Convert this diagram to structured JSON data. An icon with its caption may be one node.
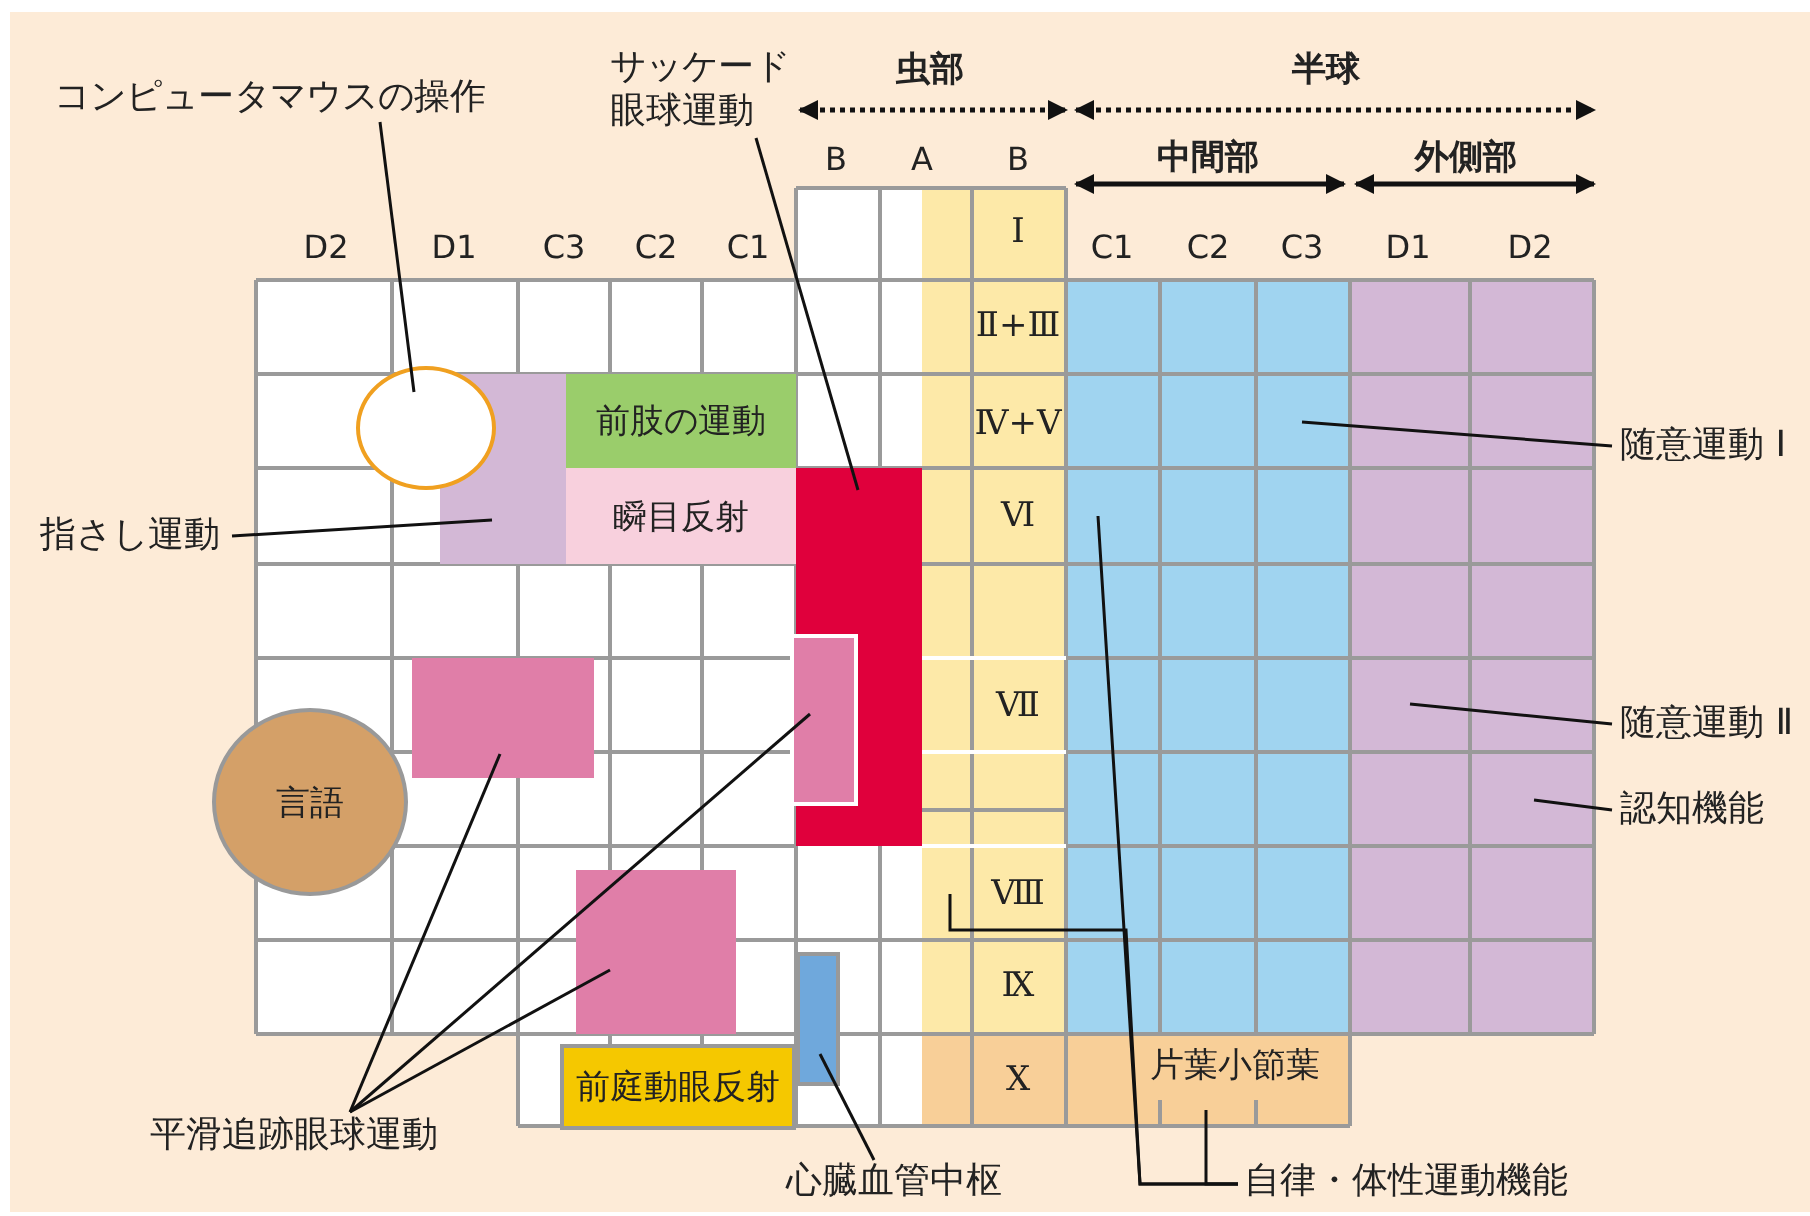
{
  "diagram": {
    "nodes": [
      {
        "text": [
          "コンピュータマウスの操作"
        ]
      },
      {
        "text": [
          "サッケード眼球運動"
        ]
      },
      {
        "text": [],
        "shape": "circle"
      },
      {
        "text": [],
        "shape": "box"
      },
      {
        "text": [
          "前肢の運動"
        ]
      },
      {
        "text": [
          "瞬目反射"
        ]
      },
      {
        "text": [],
        "shape": "box"
      },
      {
        "text": [],
        "shape": "box"
      },
      {
        "text": [],
        "shape": "box"
      },
      {
        "text": [],
        "shape": "box"
      },
      {
        "text": [
          "指さし運動"
        ]
      },
      {
        "text": [
          "随意運動 Ⅰ"
        ]
      },
      {
        "text": [],
        "shape": "box"
      },
      {
        "text": [],
        "shape": "box"
      },
      {
        "text": [
          "言語"
        ]
      },
      {
        "text": [
          "随意運動 Ⅱ"
        ]
      },
      {
        "text": [
          "認知機能"
        ]
      },
      {
        "text": [],
        "shape": "box"
      },
      {
        "text": [],
        "shape": "box"
      },
      {
        "text": [
          "前庭動眼反射"
        ]
      },
      {
        "text": [
          "片葉小節葉"
        ]
      },
      {
        "text": [
          "平滑追跡眼球運動"
        ]
      },
      {
        "text": [
          "心臓血管中枢"
        ]
      },
      {
        "text": [
          "自律・体性運動機能"
        ]
      }
    ],
    "edges": [
      {
        "from": 0,
        "to": 2,
        "arrow": "none"
      },
      {
        "from": 1,
        "to": 6,
        "arrow": "none"
      },
      {
        "from": 10,
        "to": 3,
        "arrow": "none"
      },
      {
        "from": 11,
        "to": 8,
        "arrow": "none"
      },
      {
        "from": 15,
        "to": 9,
        "arrow": "none"
      },
      {
        "from": 16,
        "to": 9,
        "arrow": "none"
      },
      {
        "from": 21,
        "to": 13,
        "arrow": "none"
      },
      {
        "from": 21,
        "to": 12,
        "arrow": "none"
      },
      {
        "from": 21,
        "to": 17,
        "arrow": "none"
      },
      {
        "from": 22,
        "to": 18,
        "arrow": "none"
      },
      {
        "from": 23,
        "to": 8,
        "arrow": "none"
      },
      {
        "from": 23,
        "to": 20,
        "arrow": "none"
      },
      {
        "from": 23,
        "to": 7,
        "arrow": "none"
      }
    ],
    "labels": [
      "虫部",
      "半球",
      "B",
      "A",
      "B",
      "中間部",
      "外側部",
      "D2",
      "D1",
      "C3",
      "C2",
      "C1",
      "C1",
      "C2",
      "C3",
      "D1",
      "D2",
      "Ⅰ",
      "Ⅱ+Ⅲ",
      "Ⅳ+Ⅴ",
      "Ⅵ",
      "Ⅶ",
      "Ⅷ",
      "Ⅸ",
      "Ⅹ"
    ]
  }
}
